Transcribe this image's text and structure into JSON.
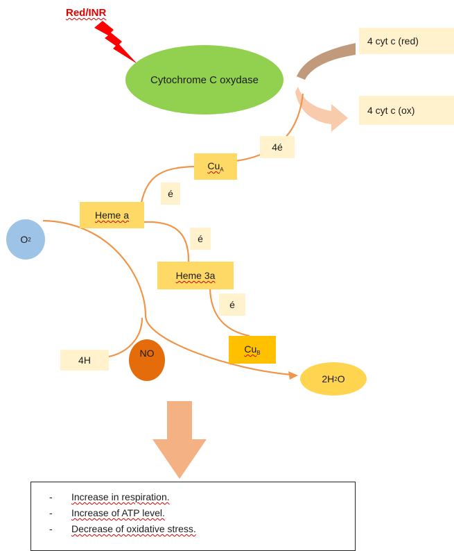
{
  "inducer_label": "Red/INR",
  "enzyme_label": "Cytochrome C oxydase",
  "cyt_reduced_label": "4 cyt c (red)",
  "cyt_oxidized_label": "4 cyt c (ox)",
  "electron_4_label": "4é",
  "cu_a_label": "Cu",
  "cu_a_sub": "A",
  "electron_label_1": "é",
  "heme_a_label": "Heme a",
  "electron_label_2": "é",
  "heme_3a_label": "Heme 3a",
  "electron_label_3": "é",
  "cu_b_label": "Cu",
  "cu_b_sub": "B",
  "o2_label": "O",
  "o2_sub": "2",
  "h4_label": "4H",
  "no_label": "NO",
  "water_label_prefix": "2H",
  "water_sub": "2",
  "water_label_suffix": "O",
  "effects": [
    "Increase in respiration.",
    "Increase of ATP level.",
    "Decrease of oxidative stress."
  ],
  "colors": {
    "red_text": "#e00000",
    "lightning": "#ff0000",
    "enzyme_fill": "#92d050",
    "cream_box": "#fff2cc",
    "yellow_box": "#ffd966",
    "amber_box": "#ffc000",
    "orange_line": "#f0954a",
    "o2_fill": "#9dc3e6",
    "no_fill": "#e46c0a",
    "water_fill": "#ffd54f",
    "down_arrow": "#f4b183"
  }
}
